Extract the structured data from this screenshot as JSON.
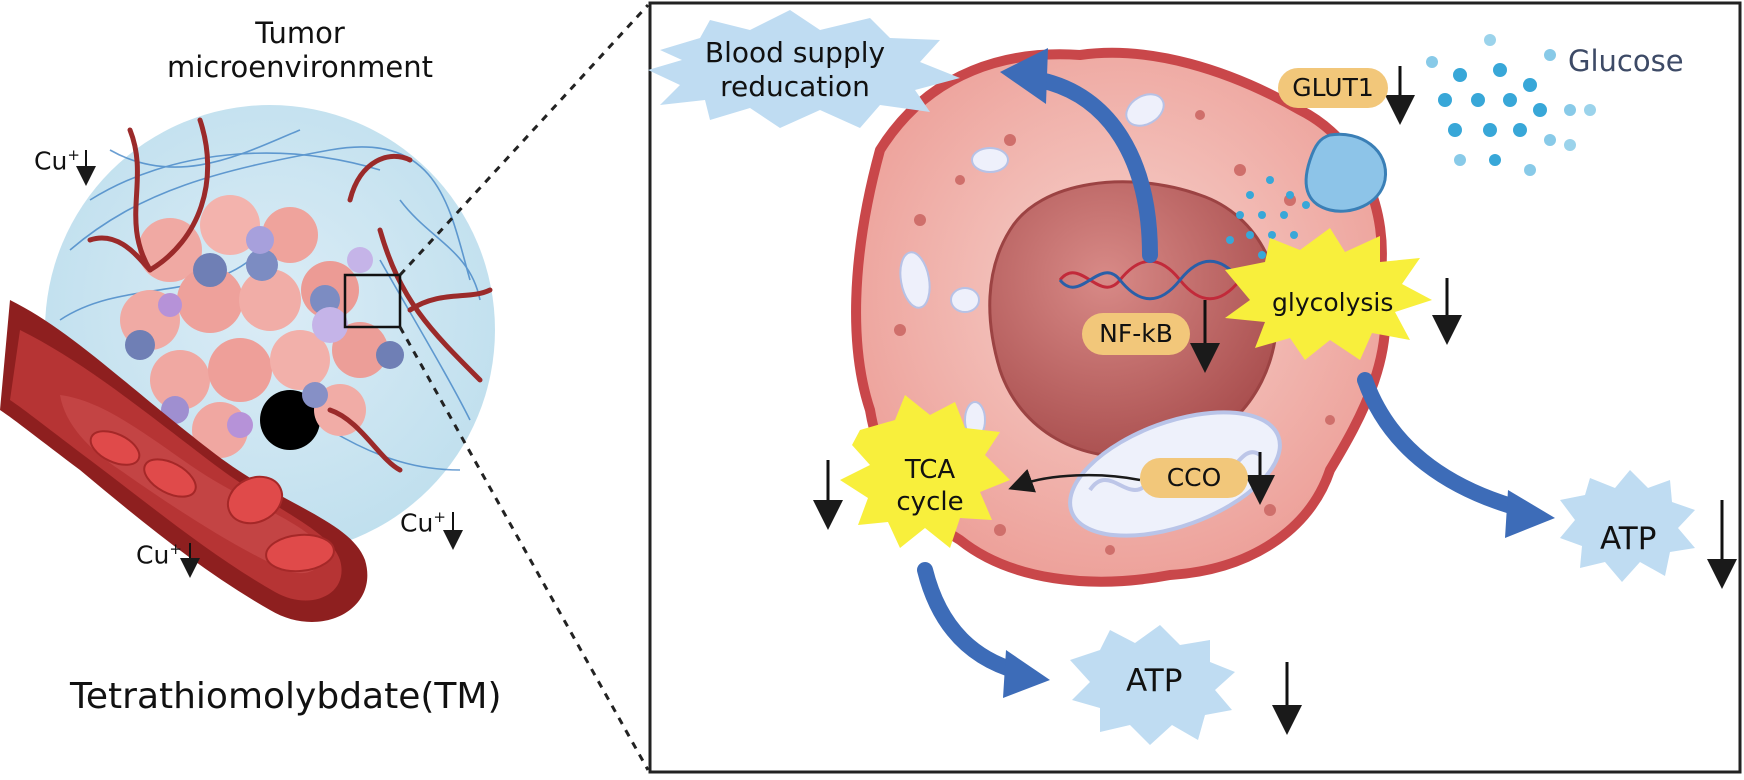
{
  "left_panel": {
    "title": "Tumor microenvironment",
    "title_line1": "Tumor",
    "title_line2": "microenvironment",
    "drug_label": "Tetrathiomolybdate(TM)",
    "copper_label": "Cu",
    "copper_charge": "+",
    "copper_trend": "decrease"
  },
  "right_panel": {
    "blood_supply_line1": "Blood supply",
    "blood_supply_line2": "reducation",
    "glucose_label": "Glucose",
    "glut1_label": "GLUT1",
    "glut1_trend": "decrease",
    "nfkb_label": "NF-kB",
    "nfkb_trend": "decrease",
    "glycolysis_label": "glycolysis",
    "glycolysis_trend": "decrease",
    "cco_label": "CCO",
    "cco_trend": "decrease",
    "tca_line1": "TCA",
    "tca_line2": "cycle",
    "tca_trend": "decrease",
    "atp_label": "ATP",
    "atp_trend": "decrease"
  },
  "colors": {
    "vessel": "#8e1f1f",
    "blood_cell": "#d73b3b",
    "tumor_cell": "#eeaaa6",
    "nucleus": "#b45a5a",
    "starburst_blue": "#bfdcf2",
    "starburst_yellow": "#f8ef3c",
    "pill": "#f2c77a",
    "arrow_blue": "#3d6cb8",
    "glucose_dot": "#38a7d8"
  }
}
